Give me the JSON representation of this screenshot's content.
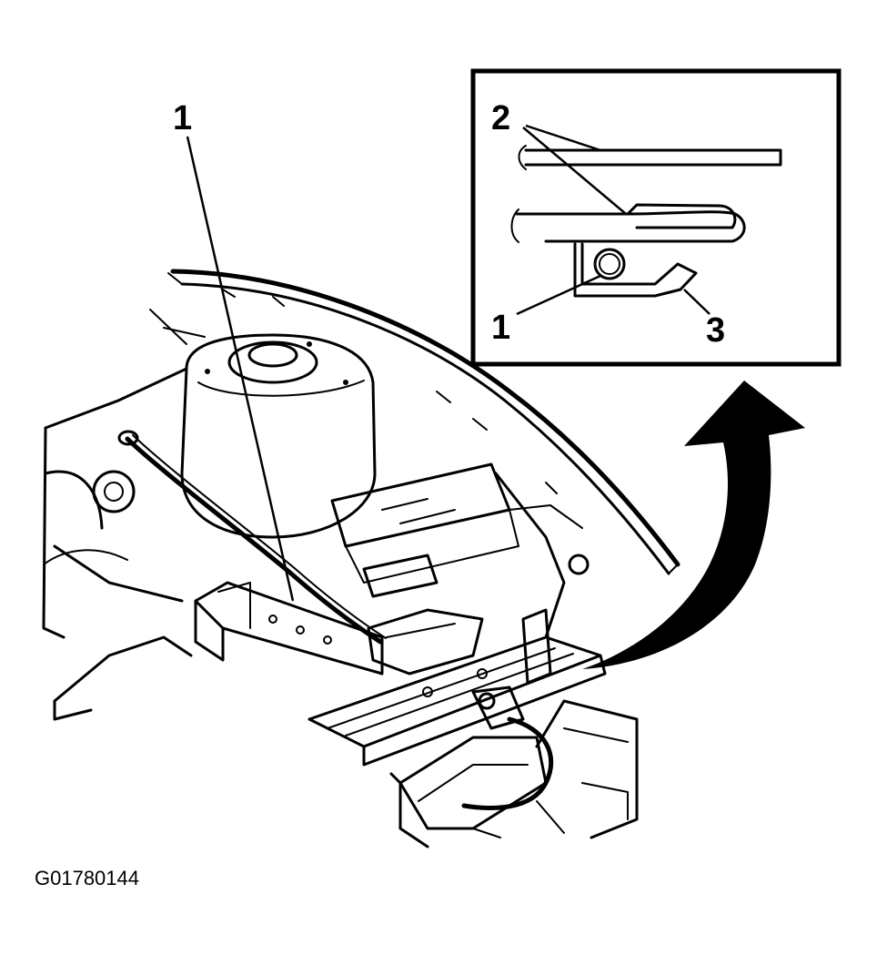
{
  "callouts": {
    "main_1": "1",
    "inset_1": "1",
    "inset_2": "2",
    "inset_3": "3"
  },
  "figure_id": "G01780144"
}
